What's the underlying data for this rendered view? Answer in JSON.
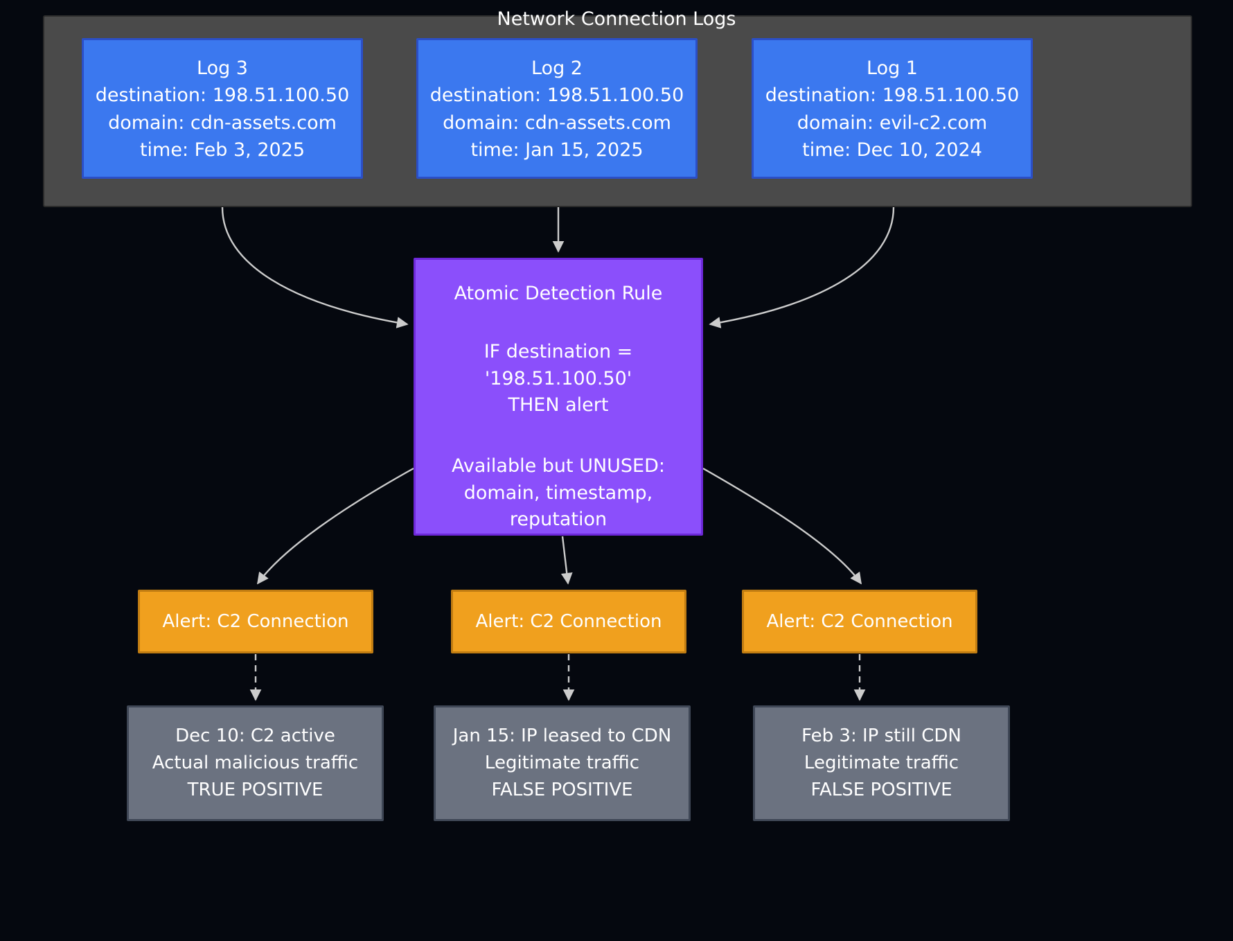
{
  "diagram": {
    "title": "Network Connection Logs",
    "background_color": "#05080f",
    "cluster": {
      "label": "Network Connection Logs",
      "fill": "#4a4a4a",
      "stroke": "#2b2b2b"
    },
    "logs": [
      {
        "id": "log3",
        "title": "Log 3",
        "destination": "destination: 198.51.100.50",
        "domain": "domain: cdn-assets.com",
        "time": "time: Feb 3, 2025",
        "fill": "#3b78ef",
        "stroke": "#2b4fc7"
      },
      {
        "id": "log2",
        "title": "Log 2",
        "destination": "destination: 198.51.100.50",
        "domain": "domain: cdn-assets.com",
        "time": "time: Jan 15, 2025",
        "fill": "#3b78ef",
        "stroke": "#2b4fc7"
      },
      {
        "id": "log1",
        "title": "Log 1",
        "destination": "destination: 198.51.100.50",
        "domain": "domain: evil-c2.com",
        "time": "time: Dec 10, 2024",
        "fill": "#3b78ef",
        "stroke": "#2b4fc7"
      }
    ],
    "rule": {
      "title": "Atomic Detection Rule",
      "condition_line1": "IF destination =",
      "condition_line2": "'198.51.100.50'",
      "condition_line3": "THEN alert",
      "unused_line1": "Available but UNUSED:",
      "unused_line2": "domain, timestamp,",
      "unused_line3": "reputation",
      "fill": "#8b4ffb",
      "stroke": "#6d28d9"
    },
    "alerts": [
      {
        "id": "alert1",
        "label": "Alert: C2 Connection",
        "fill": "#f0a01e",
        "stroke": "#c07c12"
      },
      {
        "id": "alert2",
        "label": "Alert: C2 Connection",
        "fill": "#f0a01e",
        "stroke": "#c07c12"
      },
      {
        "id": "alert3",
        "label": "Alert: C2 Connection",
        "fill": "#f0a01e",
        "stroke": "#c07c12"
      }
    ],
    "outcomes": [
      {
        "id": "outcome1",
        "line1": "Dec 10: C2 active",
        "line2": "Actual malicious traffic",
        "line3": "TRUE POSITIVE",
        "fill": "#6b7280",
        "stroke": "#3f4756"
      },
      {
        "id": "outcome2",
        "line1": "Jan 15: IP leased to CDN",
        "line2": "Legitimate traffic",
        "line3": "FALSE POSITIVE",
        "fill": "#6b7280",
        "stroke": "#3f4756"
      },
      {
        "id": "outcome3",
        "line1": "Feb 3: IP still CDN",
        "line2": "Legitimate traffic",
        "line3": "FALSE POSITIVE",
        "fill": "#6b7280",
        "stroke": "#3f4756"
      }
    ],
    "edges": {
      "stroke": "#cccccc",
      "solid_count": 6,
      "dashed_count": 3
    }
  }
}
